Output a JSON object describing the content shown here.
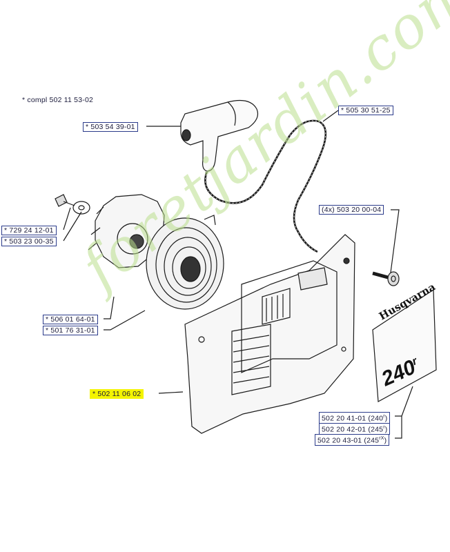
{
  "parts": {
    "compl": "* compl 502 11 53-02",
    "handle": "* 503 54 39-01",
    "cord": "* 505 30 51-25",
    "screw_4x": "(4x) 503 20 00-04",
    "washer": "* 729 24 12-01",
    "bolt": "* 503 23 00-35",
    "pulley": "* 506 01 64-01",
    "spring": "* 501 76 31-01",
    "cover": "* 502 11 06 02"
  },
  "decals": [
    {
      "code": "502 20 41-01 (240",
      "suffix": "r",
      "close": ")"
    },
    {
      "code": "502 20 42-01 (245",
      "suffix": "r",
      "close": ")"
    },
    {
      "code": "502 20 43-01 (245",
      "suffix": "rX",
      "close": ")"
    }
  ],
  "decal_text": {
    "brand": "Husqvarna",
    "model": "240",
    "model_suffix": "r"
  },
  "watermark": "foretjardin.com",
  "colors": {
    "line": "#1a1a1a",
    "label_border": "#2a3a8a",
    "highlight": "#f4f400",
    "watermark": "#badc8c"
  }
}
